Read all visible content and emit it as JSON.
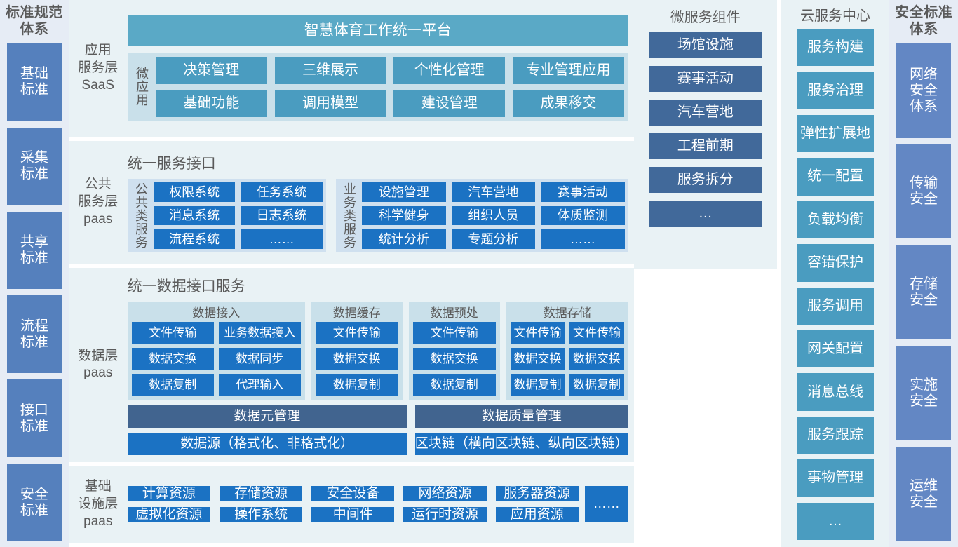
{
  "standards_column": {
    "title": "标准规范\n体系",
    "title_lines": [
      "标准规范",
      "体系"
    ],
    "items": [
      {
        "l1": "基础",
        "l2": "标准"
      },
      {
        "l1": "采集",
        "l2": "标准"
      },
      {
        "l1": "共享",
        "l2": "标准"
      },
      {
        "l1": "流程",
        "l2": "标准"
      },
      {
        "l1": "接口",
        "l2": "标准"
      },
      {
        "l1": "安全",
        "l2": "标准"
      }
    ]
  },
  "application_layer": {
    "label_lines": [
      "应用",
      "服务层",
      "SaaS"
    ],
    "banner": "智慧体育工作统一平台",
    "vlabel": "微应用",
    "rows": [
      [
        "决策管理",
        "三维展示",
        "个性化管理",
        "专业管理应用"
      ],
      [
        "基础功能",
        "调用模型",
        "建设管理",
        "成果移交"
      ]
    ]
  },
  "public_service_layer": {
    "label_lines": [
      "公共",
      "服务层",
      "paas"
    ],
    "banner": "统一服务接口",
    "group_common": {
      "vlabel": "公共类服务",
      "rows": [
        [
          "权限系统",
          "任务系统"
        ],
        [
          "消息系统",
          "日志系统"
        ],
        [
          "流程系统",
          "……"
        ]
      ]
    },
    "group_business": {
      "vlabel": "业务类服务",
      "rows": [
        [
          "设施管理",
          "汽车营地",
          "赛事活动"
        ],
        [
          "科学健身",
          "组织人员",
          "体质监测"
        ],
        [
          "统计分析",
          "专题分析",
          "……"
        ]
      ]
    }
  },
  "data_layer": {
    "label_lines": [
      "数据层",
      "paas"
    ],
    "banner": "统一数据接口服务",
    "cards": [
      {
        "title": "数据接入",
        "rows": [
          [
            "文件传输",
            "业务数据接入"
          ],
          [
            "数据交换",
            "数据同步"
          ],
          [
            "数据复制",
            "代理输入"
          ]
        ]
      },
      {
        "title": "数据缓存",
        "rows": [
          [
            "文件传输"
          ],
          [
            "数据交换"
          ],
          [
            "数据复制"
          ]
        ]
      },
      {
        "title": "数据预处",
        "rows": [
          [
            "文件传输"
          ],
          [
            "数据交换"
          ],
          [
            "数据复制"
          ]
        ]
      },
      {
        "title": "数据存储",
        "rows": [
          [
            "文件传输",
            "文件传输"
          ],
          [
            "数据交换",
            "数据交换"
          ],
          [
            "数据复制",
            "数据复制"
          ]
        ]
      }
    ],
    "band_meta": "数据元管理",
    "band_quality": "数据质量管理",
    "band_source": "数据源（格式化、非格式化）",
    "band_chain": "区块链（横向区块链、纵向区块链）"
  },
  "infrastructure_layer": {
    "label_lines": [
      "基础",
      "设施层",
      "paas"
    ],
    "rows": [
      [
        "计算资源",
        "存储资源",
        "安全设备",
        "网络资源",
        "服务器资源"
      ],
      [
        "虚拟化资源",
        "操作系统",
        "中间件",
        "运行时资源",
        "应用资源"
      ]
    ],
    "more": "……"
  },
  "microservice_column": {
    "title": "微服务组件",
    "items": [
      "场馆设施",
      "赛事活动",
      "汽车营地",
      "工程前期",
      "服务拆分",
      "…"
    ]
  },
  "cloud_column": {
    "title": "云服务中心",
    "items": [
      "服务构建",
      "服务治理",
      "弹性扩展地",
      "统一配置",
      "负载均衡",
      "容错保护",
      "服务调用",
      "网关配置",
      "消息总线",
      "服务跟踪",
      "事物管理",
      "…"
    ]
  },
  "security_column": {
    "title_lines": [
      "安全标准",
      "体系"
    ],
    "items": [
      {
        "l1": "网络",
        "l2": "安全",
        "l3": "体系"
      },
      {
        "l1": "传输",
        "l2": "安全",
        "l3": ""
      },
      {
        "l1": "存储",
        "l2": "安全",
        "l3": ""
      },
      {
        "l1": "实施",
        "l2": "安全",
        "l3": ""
      },
      {
        "l1": "运维",
        "l2": "安全",
        "l3": ""
      }
    ]
  },
  "colors": {
    "slate_left": "#5580bd",
    "slate_right": "#6387c4",
    "teal": "#4a9cc0",
    "teal_head": "#5aa9c6",
    "bright_blue": "#1b72c3",
    "dark_slate": "#41699a",
    "band": "#41648f",
    "bg_section": "#e9f2f5",
    "bg_column": "#e6ecf5"
  }
}
